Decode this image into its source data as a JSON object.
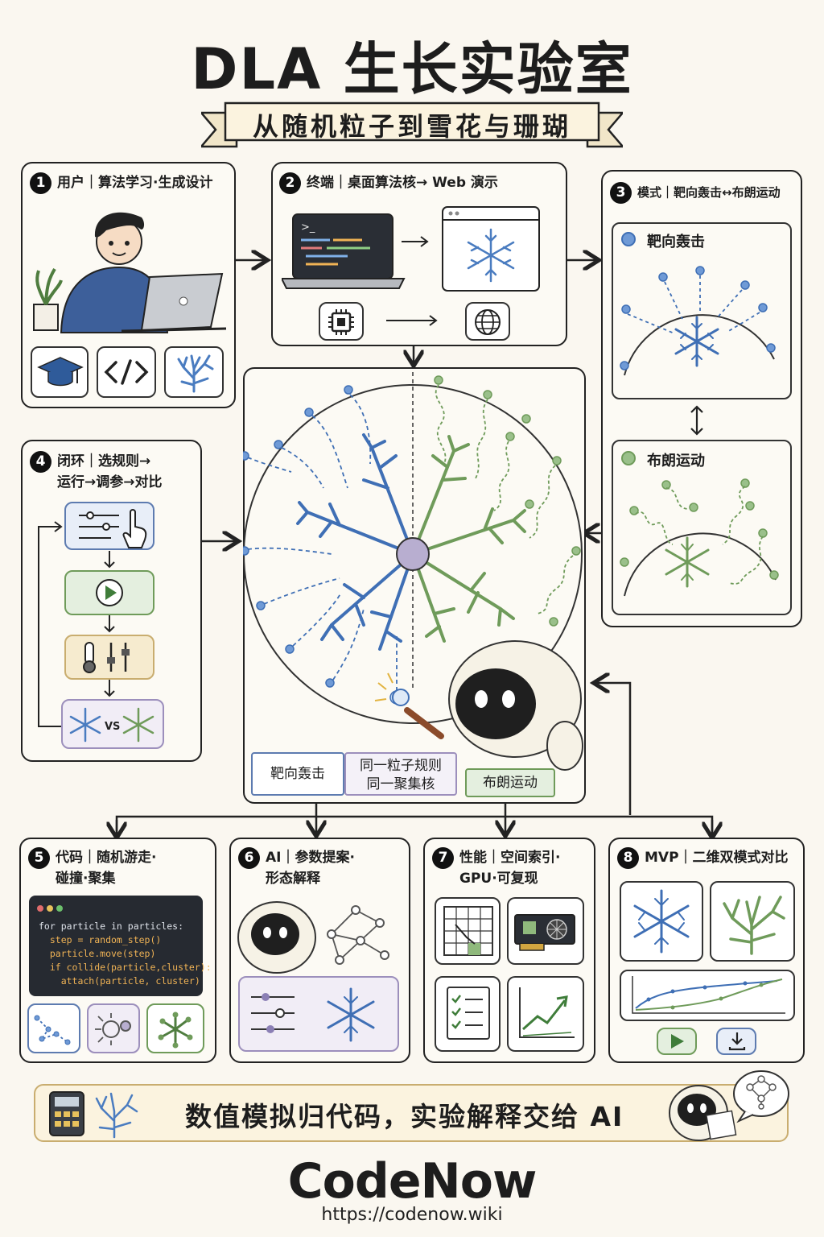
{
  "title": "DLA 生长实验室",
  "subtitle": "从随机粒子到雪花与珊瑚",
  "panel1": {
    "num": "1",
    "line1": "用户｜算法学习·生成设计"
  },
  "panel2": {
    "num": "2",
    "line1": "终端｜桌面算法核→ Web 演示",
    "terminal_prompt": ">_"
  },
  "panel3": {
    "num": "3",
    "line1": "模式｜靶向轰击↔布朗运动",
    "mode_a": "靶向轰击",
    "mode_b": "布朗运动"
  },
  "panel4": {
    "num": "4",
    "line1": "闭环｜选规则→",
    "line2": "运行→调参→对比",
    "vs": "VS"
  },
  "center": {
    "tag_left": "靶向轰击",
    "tag_mid_1": "同一粒子规则",
    "tag_mid_2": "同一聚集核",
    "tag_right": "布朗运动"
  },
  "panel5": {
    "num": "5",
    "line1": "代码｜随机游走·",
    "line2": "碰撞·聚集",
    "code": [
      "for particle in particles:",
      "  step = random_step()",
      "  particle.move(step)",
      "  if collide(particle,cluster):",
      "    attach(particle, cluster)"
    ]
  },
  "panel6": {
    "num": "6",
    "line1": "AI｜参数提案·",
    "line2": "形态解释"
  },
  "panel7": {
    "num": "7",
    "line1": "性能｜空间索引·",
    "line2": "GPU·可复现"
  },
  "panel8": {
    "num": "8",
    "line1": "MVP｜二维双模式对比"
  },
  "bottom": {
    "text": "数值模拟归代码，实验解释交给 AI"
  },
  "brand": {
    "name": "CodeNow",
    "url": "https://codenow.wiki"
  },
  "colors": {
    "blue": "#3f6fb5",
    "green": "#6f9b5a",
    "purple": "#b8aed0",
    "ink": "#222222",
    "gold": "#c9ad6f"
  }
}
